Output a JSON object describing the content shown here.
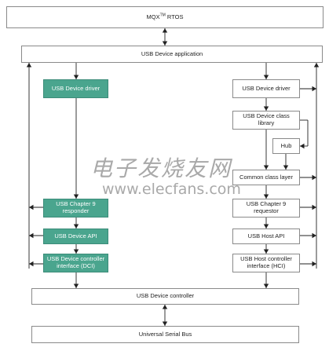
{
  "diagram": {
    "rtos": {
      "main": "MQX",
      "sup": "TM",
      "suffix": " RTOS"
    },
    "app": "USB Device application",
    "left": {
      "driver": "USB Device driver",
      "chapter9": "USB Chapter 9 responder",
      "api": "USB Device API",
      "dci": "USB Device controller interface (DCI)"
    },
    "right": {
      "driver": "USB Device driver",
      "class_lib": "USB Device class library",
      "hub": "Hub",
      "common": "Common class layer",
      "chapter9": "USB Chapter 9 requestor",
      "api": "USB Host API",
      "hci": "USB Host controller interface (HCI)"
    },
    "controller": "USB Device controller",
    "bus": "Universal Serial Bus"
  },
  "watermark": {
    "line1": "电子发烧友网",
    "line2": "www.elecfans.com"
  },
  "colors": {
    "teal": "#4aa58e",
    "border": "#8a8a8a",
    "line": "#222222"
  }
}
